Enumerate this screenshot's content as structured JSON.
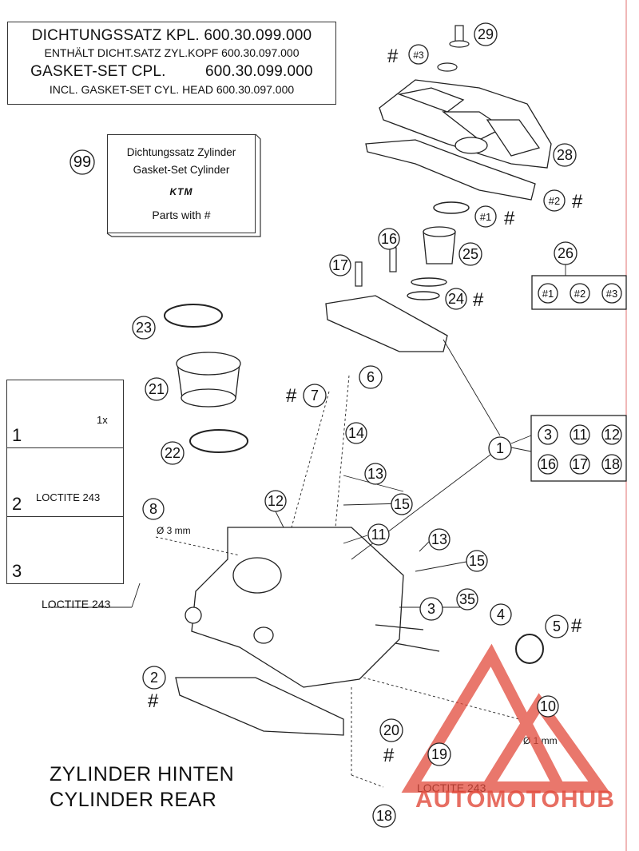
{
  "header": {
    "line1": "DICHTUNGSSATZ KPL. 600.30.099.000",
    "line2": "ENTHÄLT DICHT.SATZ ZYL.KOPF 600.30.097.000",
    "line3": "GASKET-SET CPL.         600.30.099.000",
    "line4": "INCL. GASKET-SET CYL. HEAD 600.30.097.000"
  },
  "kit": {
    "number": "99",
    "line1": "Dichtungssatz Zylinder",
    "line2": "Gasket-Set Cylinder",
    "brand": "KTM",
    "parts_label": "Parts with #"
  },
  "group26": {
    "number": "26",
    "items": [
      "#1",
      "#2",
      "#3"
    ]
  },
  "group1": {
    "number": "1",
    "items": [
      "3",
      "11",
      "12",
      "16",
      "17",
      "18"
    ]
  },
  "inset": {
    "step1": "1",
    "step1_note": "1x",
    "step2": "2",
    "step2_label": "LOCTITE 243",
    "step3": "3"
  },
  "labels": {
    "loctite_left": "LOCTITE 243",
    "loctite_right": "LOCTITE 243",
    "dia3": "Ø 3 mm",
    "dia1": "Ø 1 mm",
    "hash": "#"
  },
  "footer": {
    "line1": "ZYLINDER HINTEN",
    "line2": "CYLINDER REAR"
  },
  "watermark": "AUTOMOTOHUB",
  "callouts": [
    "29",
    "#3",
    "28",
    "#2",
    "#1",
    "25",
    "16",
    "17",
    "24",
    "23",
    "21",
    "22",
    "6",
    "7",
    "14",
    "13",
    "12",
    "15",
    "11",
    "8",
    "2",
    "3",
    "35",
    "4",
    "5",
    "10",
    "20",
    "19",
    "18"
  ],
  "colors": {
    "line": "#222222",
    "watermark_red": "#e24a3b",
    "watermark_gray": "#6b6b6b",
    "border_right": "#e07070"
  }
}
